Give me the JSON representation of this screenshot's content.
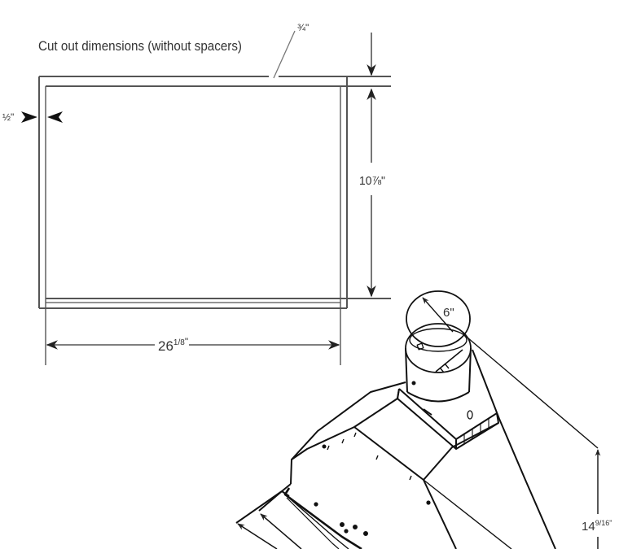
{
  "diagram": {
    "title": "Cut out dimensions (without spacers)",
    "labels": {
      "frame_width": "¾\"",
      "side_margin": "½\"",
      "height": "10⅞\"",
      "width_main": "26",
      "width_frac": "1/8",
      "width_unit": "\"",
      "duct_diameter": "6\"",
      "hood_height_main": "14",
      "hood_height_frac": "9/16",
      "hood_height_unit": "\""
    },
    "colors": {
      "line": "#555555",
      "ink": "#111111",
      "text": "#333333"
    }
  }
}
